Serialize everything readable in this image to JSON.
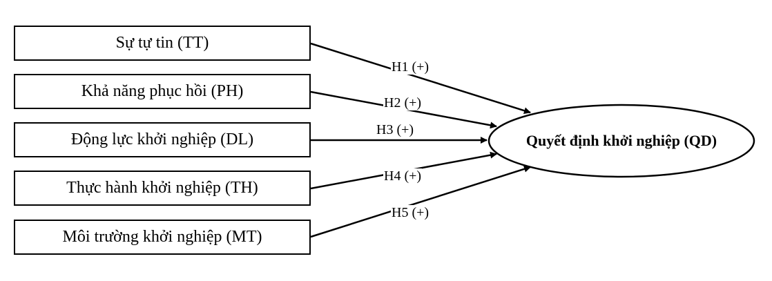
{
  "constructs": [
    {
      "label": "Sự tự tin (TT)"
    },
    {
      "label": "Khả năng phục hồi (PH)"
    },
    {
      "label": "Động lực khởi nghiệp (DL)"
    },
    {
      "label": "Thực hành khởi nghiệp (TH)"
    },
    {
      "label": "Môi trường khởi nghiệp (MT)"
    }
  ],
  "outcome": {
    "label": "Quyết định khởi nghiệp (QD)"
  },
  "hypotheses": [
    {
      "label": "H1 (+)",
      "from": 0
    },
    {
      "label": "H2 (+)",
      "from": 1
    },
    {
      "label": "H3 (+)",
      "from": 2
    },
    {
      "label": "H4 (+)",
      "from": 3
    },
    {
      "label": "H5 (+)",
      "from": 4
    }
  ]
}
